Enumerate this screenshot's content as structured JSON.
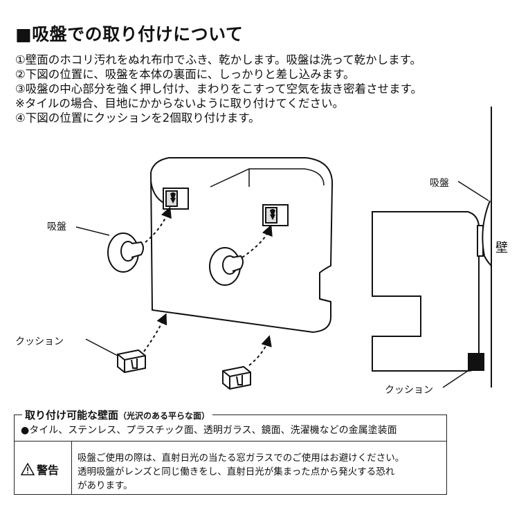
{
  "title": "■吸盤での取り付けについて",
  "steps": [
    "①壁面のホコリ汚れをぬれ布巾でふき、乾かします。吸盤は洗って乾かします。",
    "②下図の位置に、吸盤を本体の裏面に、しっかりと差し込みます。",
    "③吸盤の中心部分を強く押し付け、まわりをこすって空気を抜き密着させます。",
    "※タイルの場合、目地にかからないように取り付けてください。",
    "④下図の位置にクッションを2個取り付けます。"
  ],
  "diagram": {
    "suction_label": "吸盤",
    "cushion_label": "クッション",
    "side_suction_label": "吸盤",
    "side_cushion_label": "クッション",
    "wall_label": "壁"
  },
  "info_box": {
    "title": "取り付け可能な壁面",
    "title_note": "（光沢のある平らな面）",
    "surfaces": "●タイル、ステンレス、プラスチック面、透明ガラス、鏡面、洗濯機などの金属塗装面",
    "warning_label": "警告",
    "warning_lines": [
      "吸盤ご使用の際は、直射日光の当たる窓ガラスでのご使用はお避けください。",
      "透明吸盤がレンズと同じ働きをし、直射日光が集まった点から発火する恐れ",
      "があります。"
    ]
  }
}
